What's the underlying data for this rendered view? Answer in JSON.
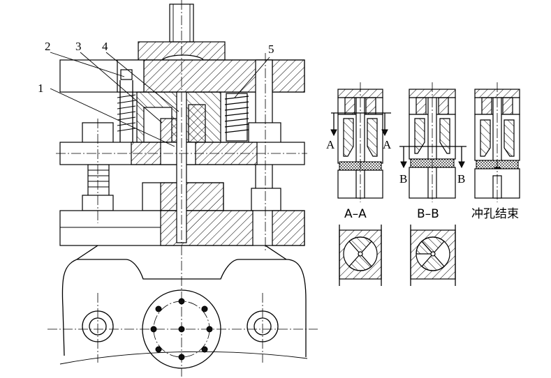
{
  "labels": {
    "part1": "1",
    "part2": "2",
    "part3": "3",
    "part4": "4",
    "part5": "5"
  },
  "sections": {
    "a_left": "A",
    "a_right": "A",
    "b_left": "B",
    "b_right": "B",
    "caption_aa": "A–A",
    "caption_bb": "B–B",
    "caption_end": "冲孔结束"
  }
}
